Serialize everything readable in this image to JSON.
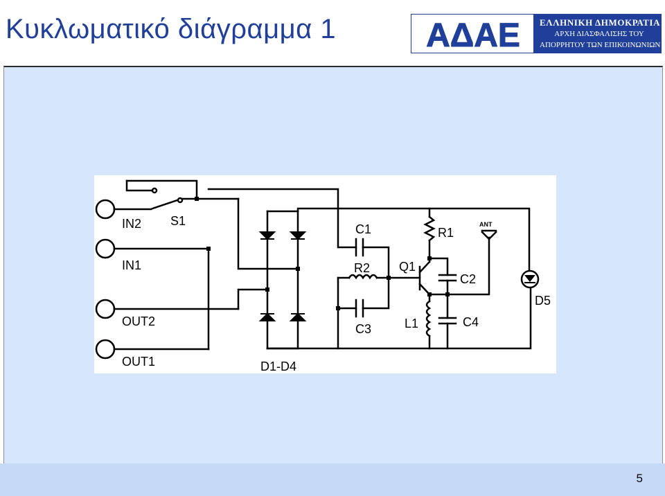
{
  "slide": {
    "title": "Κυκλωματικό διάγραμμα 1",
    "page_number": "5"
  },
  "logo": {
    "mark_text": "ΑΔΑΕ",
    "line1": "ΕΛΛΗΝΙΚΗ ΔΗΜΟΚΡΑΤΙΑ",
    "line2": "ΑΡΧΗ ΔΙΑΣΦΑΛΙΣΗΣ ΤΟΥ",
    "line3": "ΑΠΟΡΡΗΤΟΥ ΤΩΝ ΕΠΙΚΟΙΝΩΝΙΩΝ"
  },
  "diagram": {
    "labels": {
      "in2": "IN2",
      "in1": "IN1",
      "out2": "OUT2",
      "out1": "OUT1",
      "s1": "S1",
      "d1_d4": "D1-D4",
      "c1": "C1",
      "r2": "R2",
      "c3": "C3",
      "q1": "Q1",
      "r1": "R1",
      "ant": "ANT",
      "c2": "C2",
      "l1": "L1",
      "c4": "C4",
      "d5": "D5"
    }
  },
  "colors": {
    "title": "#1f3f9a",
    "content_bg": "#d6e6fc",
    "footer_bg": "#c6daf7"
  }
}
